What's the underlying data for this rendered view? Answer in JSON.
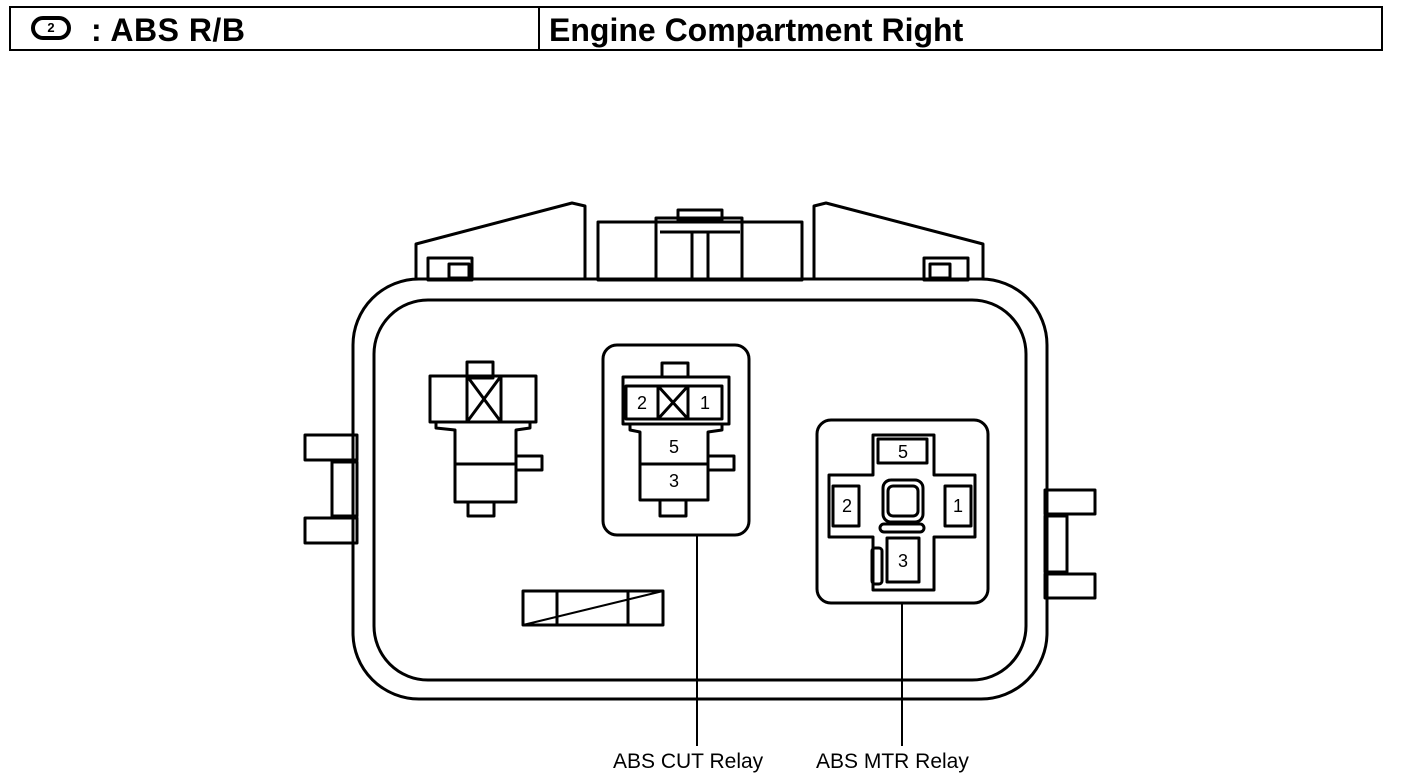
{
  "header": {
    "badge": "2",
    "component": ": ABS R/B",
    "location": "Engine Compartment Right"
  },
  "relays": {
    "abs_cut": {
      "label": "ABS CUT Relay",
      "terminals": [
        "2",
        "1",
        "5",
        "3"
      ]
    },
    "abs_mtr": {
      "label": "ABS MTR Relay",
      "terminals": [
        "5",
        "2",
        "1",
        "3"
      ]
    }
  }
}
